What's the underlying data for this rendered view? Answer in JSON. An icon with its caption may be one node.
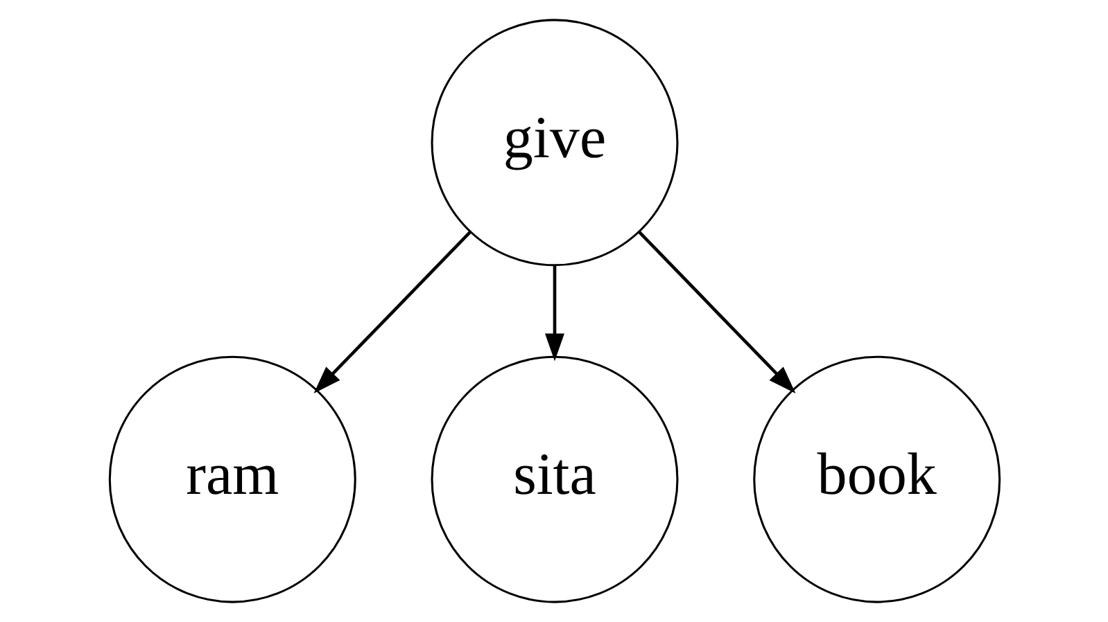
{
  "diagram": {
    "nodes": [
      {
        "text": [
          "give"
        ]
      },
      {
        "text": [
          "ram"
        ]
      },
      {
        "text": [
          "sita"
        ]
      },
      {
        "text": [
          "book"
        ]
      }
    ],
    "edges": [
      {
        "from": 0,
        "to": 1,
        "arrow": "to"
      },
      {
        "from": 0,
        "to": 2,
        "arrow": "to"
      },
      {
        "from": 0,
        "to": 3,
        "arrow": "to"
      }
    ]
  }
}
